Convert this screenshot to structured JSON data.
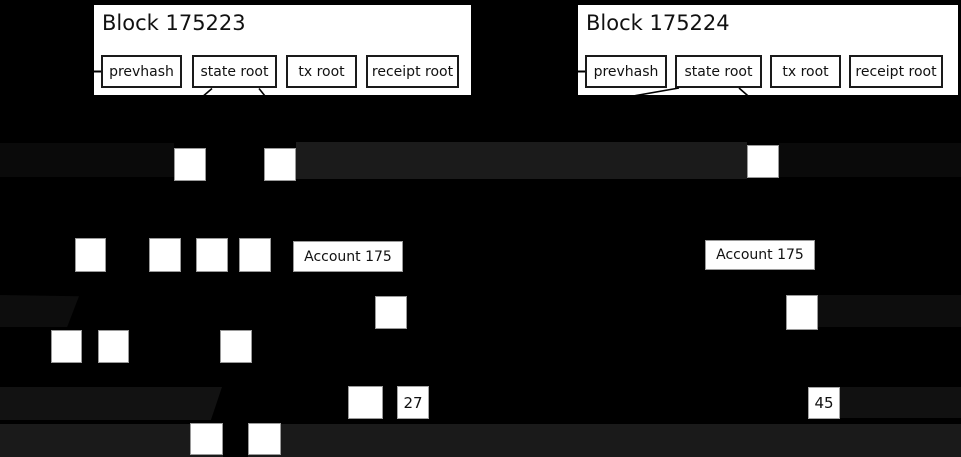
{
  "blocks": [
    {
      "title": "Block 175223",
      "fields": [
        {
          "label": "prevhash"
        },
        {
          "label": "state root"
        },
        {
          "label": "tx root"
        },
        {
          "label": "receipt root"
        }
      ]
    },
    {
      "title": "Block 175224",
      "fields": [
        {
          "label": "prevhash"
        },
        {
          "label": "state root"
        },
        {
          "label": "tx root"
        },
        {
          "label": "receipt root"
        }
      ]
    }
  ],
  "tries": {
    "left": {
      "account_label": "Account 175",
      "value": "27"
    },
    "right": {
      "account_label": "Account 175",
      "value": "45"
    }
  },
  "colors": {
    "background": "#000000",
    "node_fill": "#ffffff",
    "swath_outer": "#0a0a0a",
    "swath_mid": "#0d0d0d",
    "swath_overlap": "#1b1b1b",
    "swath_row5": "#121212",
    "swath_bottom": "#1a1a1a",
    "edge_line": "#000000"
  }
}
